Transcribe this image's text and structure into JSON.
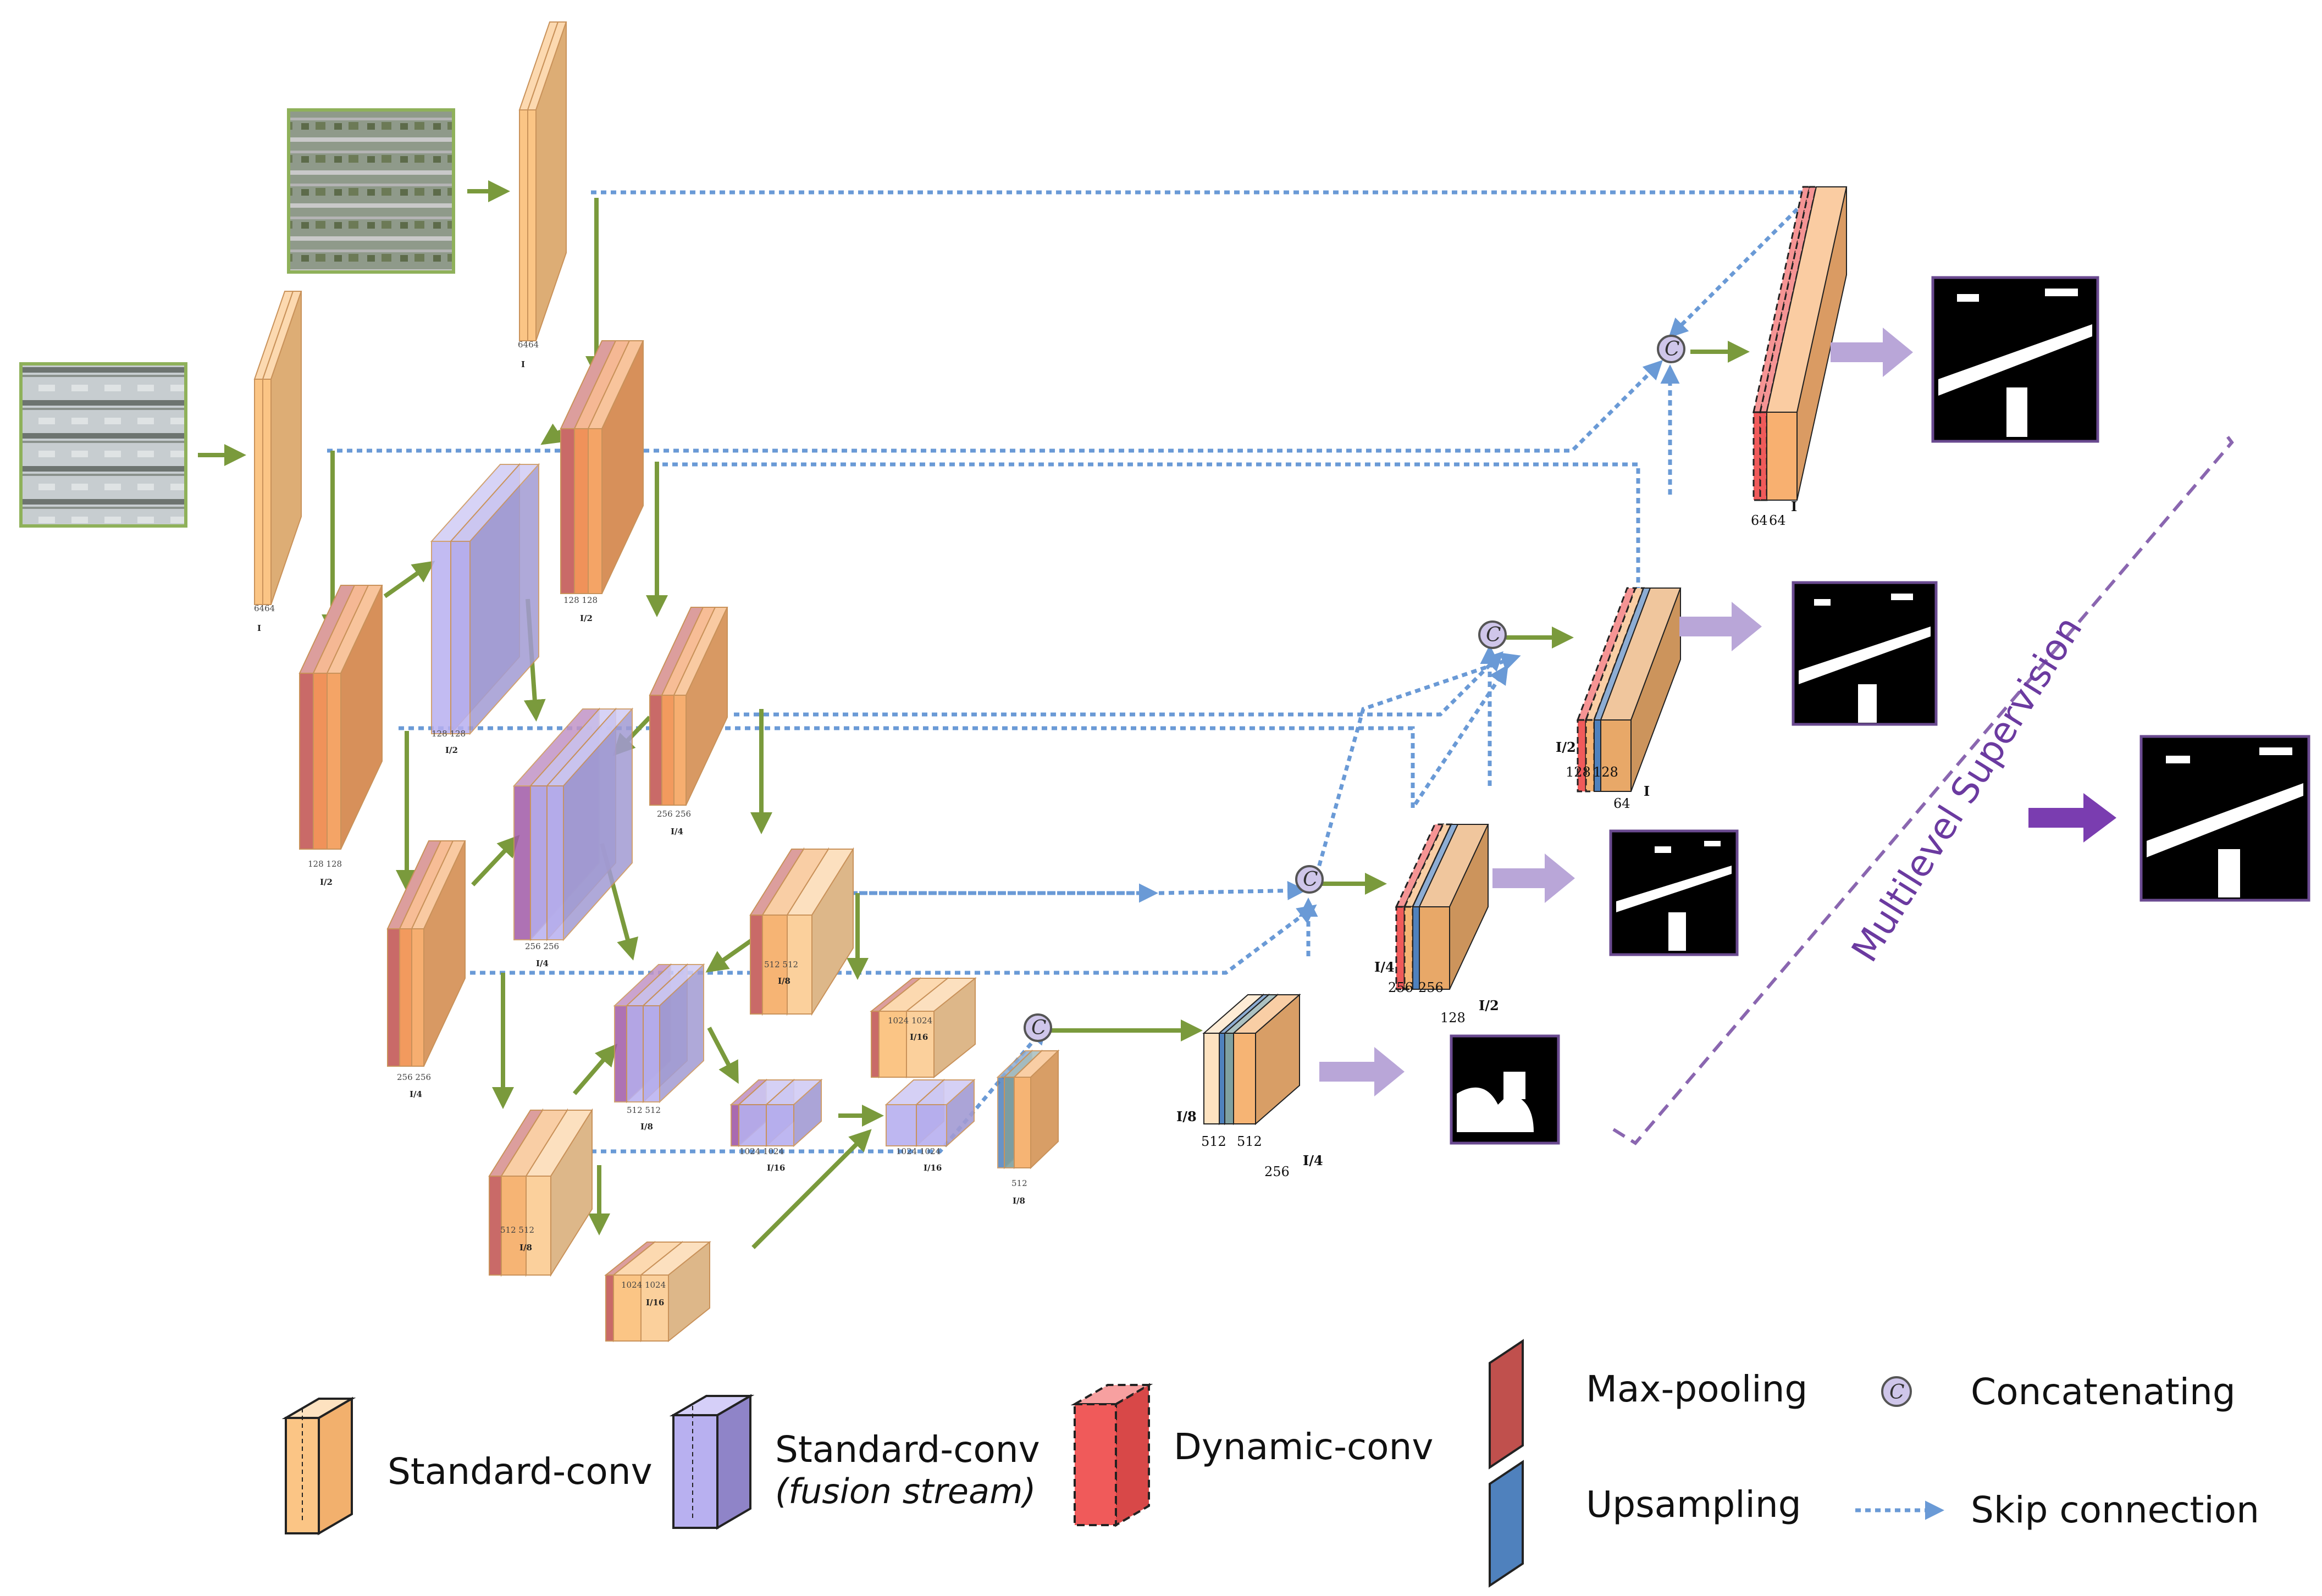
{
  "encoder_labels": {
    "top_stream_in": {
      "dims": "6464",
      "res": "I"
    },
    "bottom_stream_in": {
      "dims": "6464",
      "res": "I"
    },
    "top_half": {
      "dims": "128  128",
      "res": "I/2"
    },
    "bottom_half": {
      "dims": "128  128",
      "res": "I/2"
    },
    "fusion_half": {
      "dims": "128  128",
      "res": "I/2"
    },
    "top_quarter": {
      "dims": "256  256",
      "res": "I/4"
    },
    "bottom_quarter": {
      "dims": "256  256",
      "res": "I/4"
    },
    "fusion_quarter": {
      "dims": "256  256",
      "res": "I/4"
    },
    "top_eighth": {
      "dims": "512  512",
      "res": "I/8"
    },
    "bottom_eighth": {
      "dims": "512  512",
      "res": "I/8"
    },
    "fusion_eighth": {
      "dims": "512  512",
      "res": "I/8"
    },
    "top_sixteenth": {
      "dims": "1024  1024",
      "res": "I/16"
    },
    "bottom_sixteenth": {
      "dims": "1024  1024",
      "res": "I/16"
    },
    "fusion_sixteenth": {
      "dims": "1024  1024",
      "res": "I/16"
    },
    "fusion_bridge": {
      "dims": "1024  1024",
      "res": "I/16"
    },
    "up_eighth": {
      "dims": "512",
      "res": "I/8"
    }
  },
  "decoder_labels": {
    "d1": {
      "res_in": "I/8",
      "dims_a": "512",
      "dims_b": "512",
      "dims_c": "256",
      "res_out": "I/4"
    },
    "d2": {
      "res_in": "I/4",
      "dims_a": "256",
      "dims_b": "256",
      "dims_c": "128",
      "res_out": "I/2"
    },
    "d3": {
      "res_in": "I/2",
      "dims_a": "128",
      "dims_b": "128",
      "dims_c": "64",
      "res_out": "I"
    },
    "d4": {
      "dims_a": "64",
      "dims_b": "64",
      "res_out": "I"
    }
  },
  "concat_symbol": "C",
  "multilevel_label": "Multilevel Supervision",
  "legend": {
    "standard_conv": "Standard-conv",
    "fusion_conv": "Standard-conv",
    "fusion_conv_sub": "(fusion stream)",
    "dynamic_conv": "Dynamic-conv",
    "max_pooling": "Max-pooling",
    "upsampling": "Upsampling",
    "concatenating": "Concatenating",
    "skip_connection": "Skip connection"
  },
  "colors": {
    "standard": "#fbc585",
    "fusion": "#b8b0f0",
    "dynamic": "#f05a5a",
    "maxpool": "#c0504d",
    "upsample": "#4f81bd",
    "arrow": "#7a9a3c",
    "skip": "#6a9ad6",
    "supervision": "#b9a6d8"
  }
}
